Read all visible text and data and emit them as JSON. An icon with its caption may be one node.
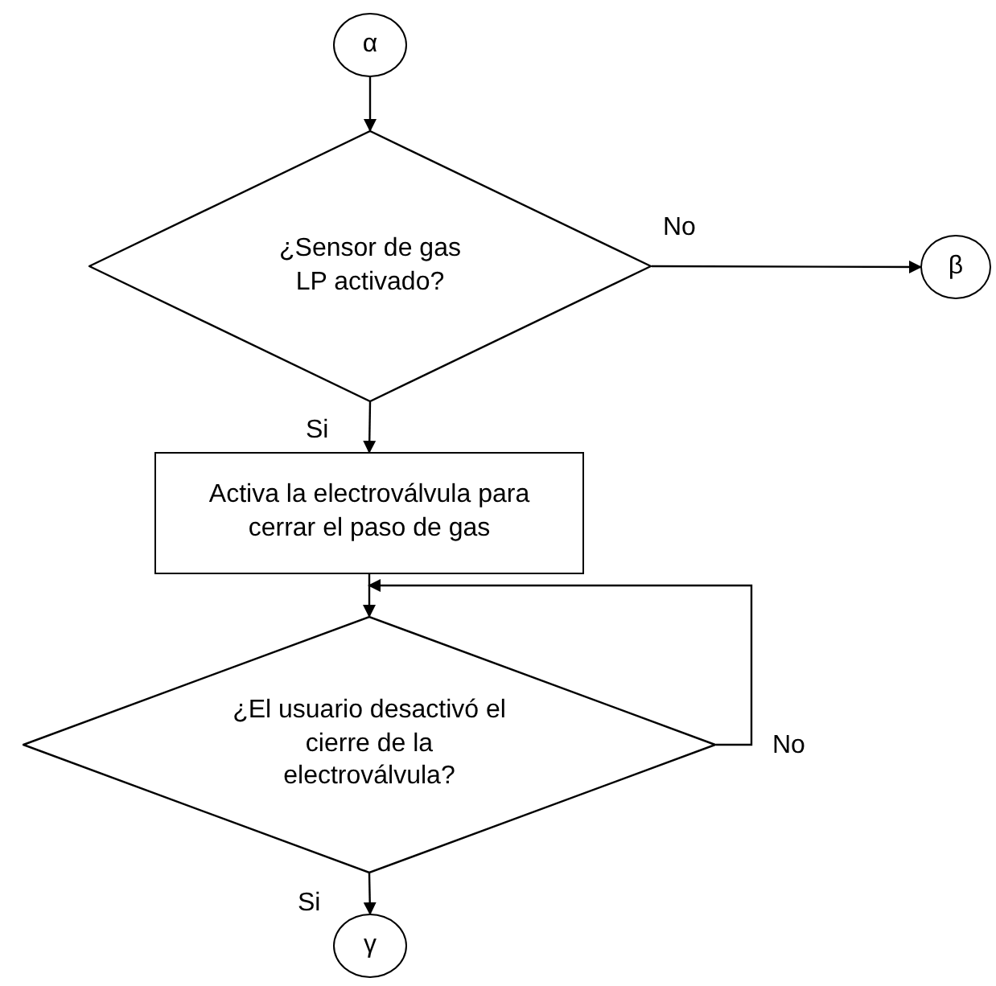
{
  "diagram": {
    "nodes": [
      {
        "text": [
          "α"
        ]
      },
      {
        "text": [
          "¿Sensor de gas LP activado?"
        ]
      },
      {
        "text": [
          "β"
        ]
      },
      {
        "text": [
          "Activa la electroválvula para cerrar el paso de gas"
        ]
      },
      {
        "text": [
          "¿El usuario desactivó el cierre de la electroválvula?"
        ]
      },
      {
        "text": [
          "γ"
        ]
      }
    ],
    "edges": [
      {
        "from": 0,
        "to": 1,
        "arrow": "to"
      },
      {
        "from": 1,
        "to": 2,
        "arrow": "to",
        "label": "No"
      },
      {
        "from": 1,
        "to": 3,
        "arrow": "to",
        "label": "Si"
      },
      {
        "from": 3,
        "to": 4,
        "arrow": "to"
      },
      {
        "from": 4,
        "to": 4,
        "arrow": "to",
        "label": "No"
      },
      {
        "from": 4,
        "to": 5,
        "arrow": "to",
        "label": "Si"
      }
    ]
  }
}
